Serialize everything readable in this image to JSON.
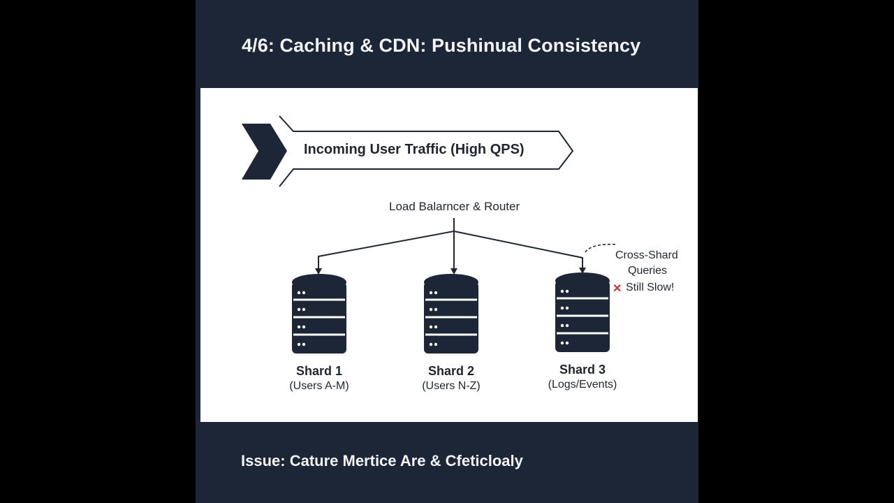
{
  "title": "4/6: Caching & CDN: Pushinual Consistency",
  "traffic_label": "Incoming User Traffic (High QPS)",
  "router_label": "Load Balarncer & Router",
  "shards": [
    {
      "name": "Shard 1",
      "detail": "(Users A-M)"
    },
    {
      "name": "Shard 2",
      "detail": "(Users N-Z)"
    },
    {
      "name": "Shard 3",
      "detail": "(Logs/Events)"
    }
  ],
  "cross_shard": {
    "line1": "Cross-Shard",
    "line2": "Queries",
    "mark": "✕",
    "warning": "Still Slow!"
  },
  "footer": "Issue: Cature Mertice Are & Cfeticloaly",
  "colors": {
    "dark": "#1c2637",
    "panel": "#ffffff",
    "accent_red": "#d0312d"
  }
}
